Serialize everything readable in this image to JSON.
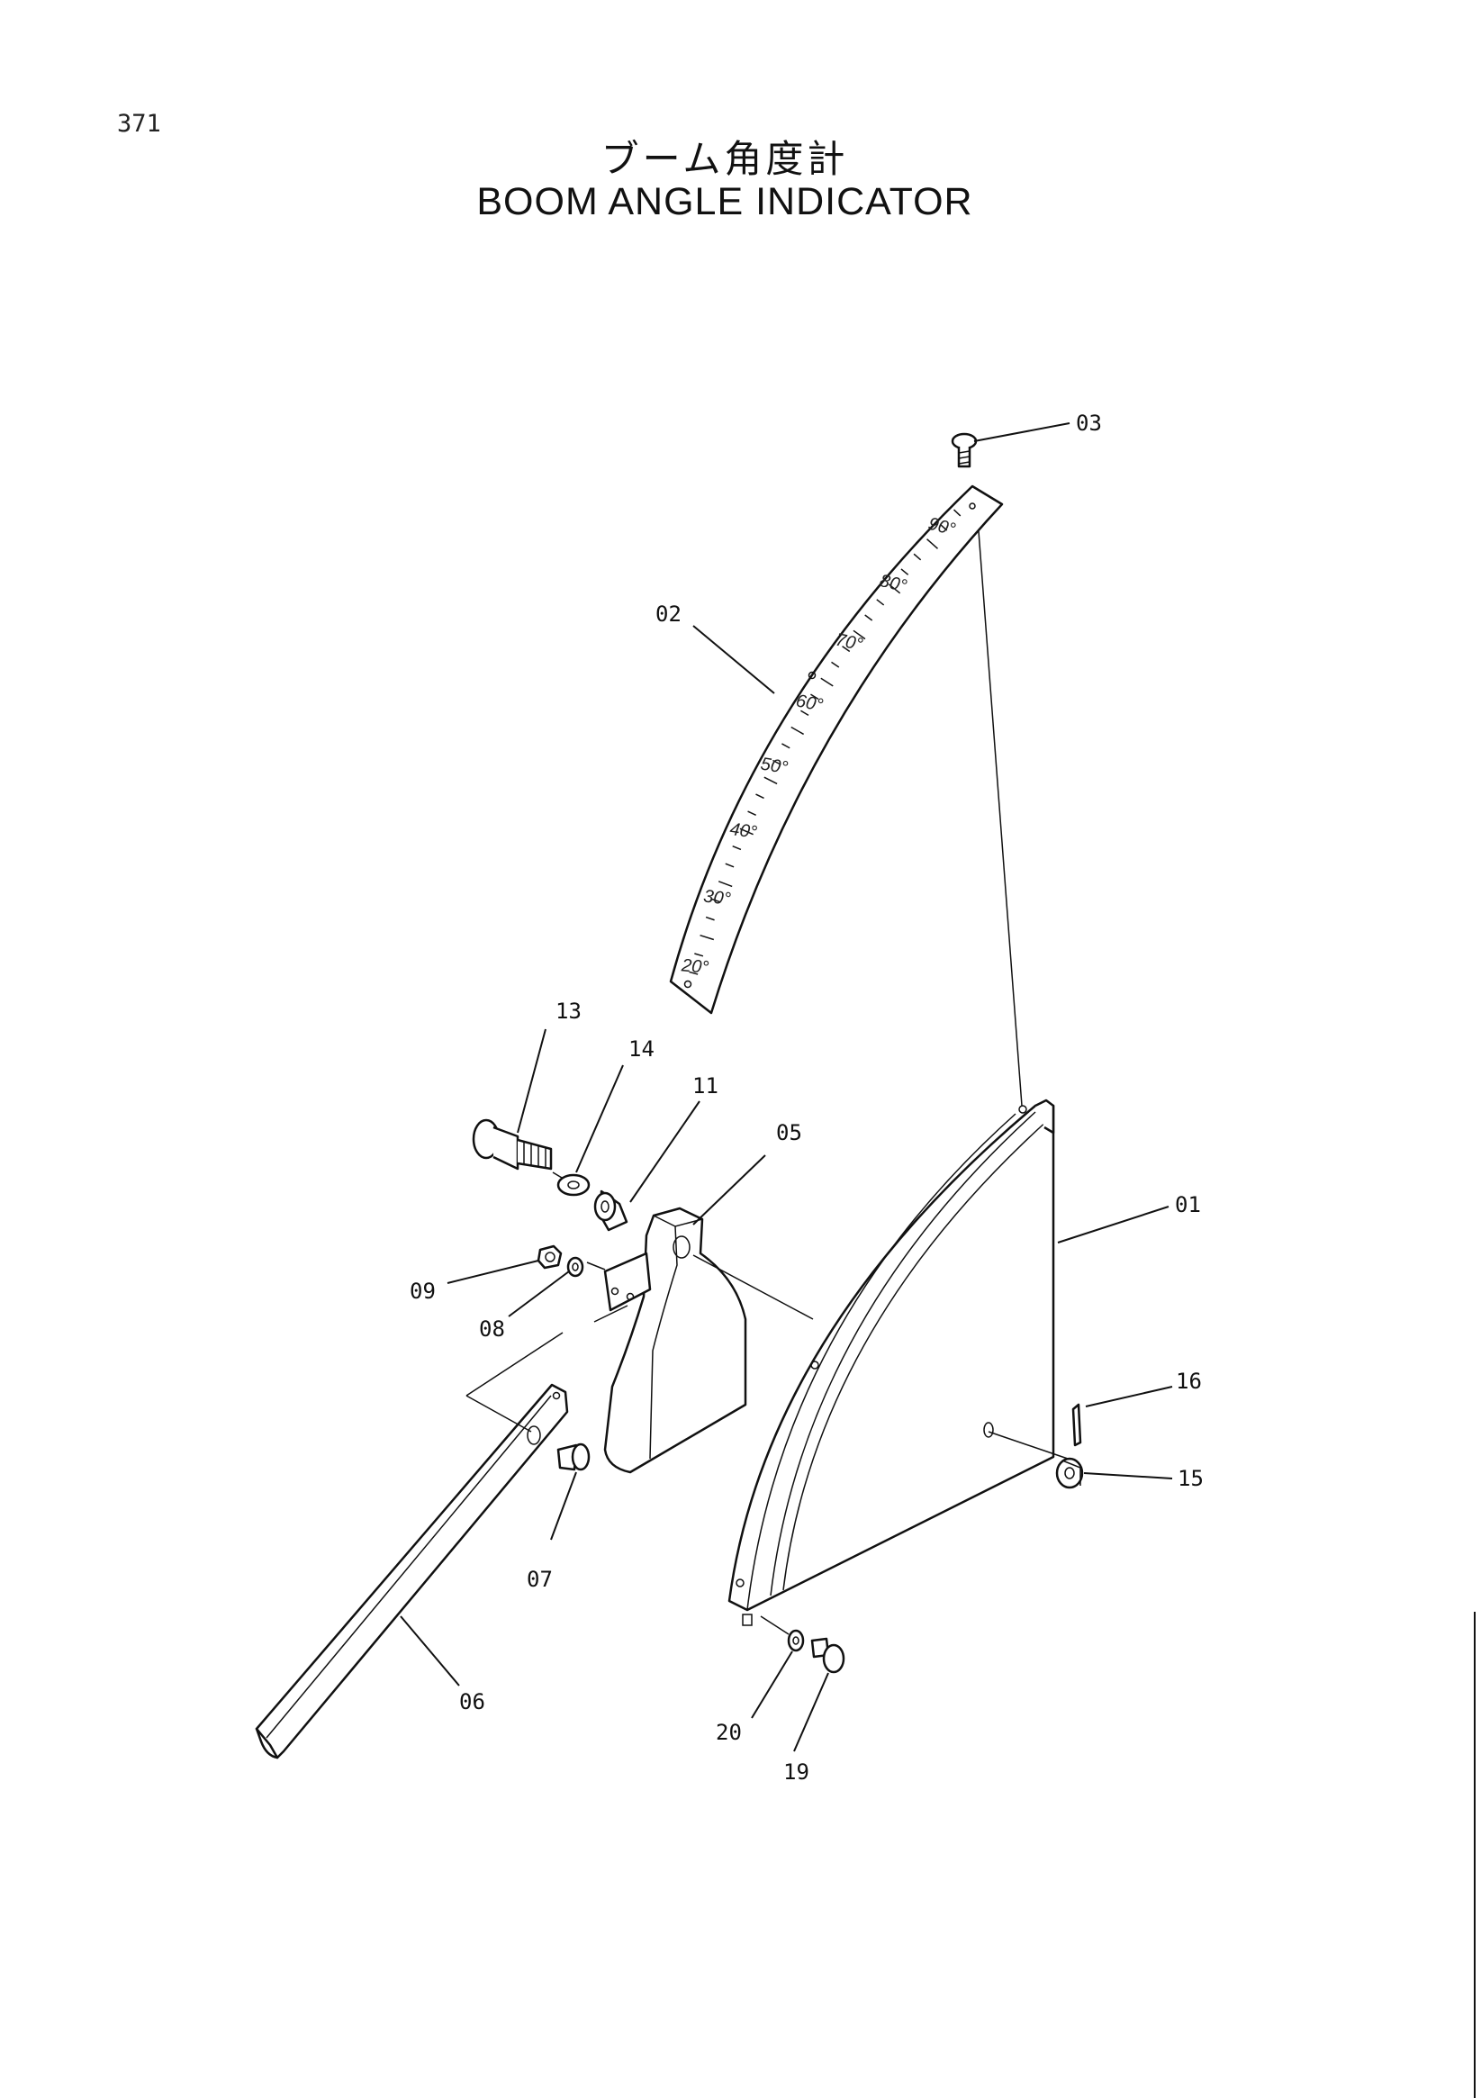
{
  "page": {
    "number": "371"
  },
  "title": {
    "japanese": "ブーム角度計",
    "english": "BOOM ANGLE INDICATOR"
  },
  "scale": {
    "marks": [
      "90°",
      "80°",
      "70°",
      "60°",
      "50°",
      "40°",
      "30°",
      "20°"
    ]
  },
  "parts": [
    {
      "id": "01"
    },
    {
      "id": "02"
    },
    {
      "id": "03"
    },
    {
      "id": "05"
    },
    {
      "id": "06"
    },
    {
      "id": "07"
    },
    {
      "id": "08"
    },
    {
      "id": "09"
    },
    {
      "id": "11"
    },
    {
      "id": "13"
    },
    {
      "id": "14"
    },
    {
      "id": "15"
    },
    {
      "id": "16"
    },
    {
      "id": "19"
    },
    {
      "id": "20"
    }
  ]
}
